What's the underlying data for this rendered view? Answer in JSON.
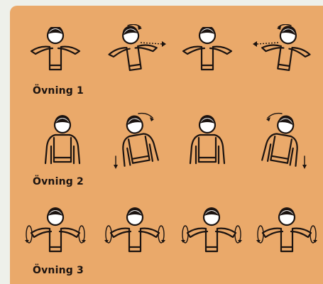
{
  "exercises": [
    {
      "label": "Övning 1"
    },
    {
      "label": "Övning 2"
    },
    {
      "label": "Övning 3"
    }
  ],
  "colors": {
    "background": "#eaa96a",
    "ink": "#1b1310",
    "page": "#eef0ea"
  }
}
